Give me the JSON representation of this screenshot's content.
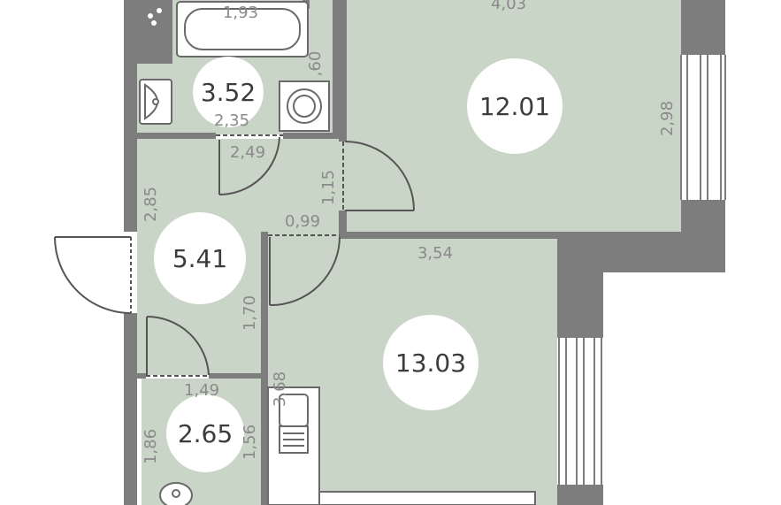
{
  "colors": {
    "floor": "#c9d5c6",
    "wall": "#7d7d7d",
    "circle": "#ffffff",
    "dim_text": "#8a8a8a",
    "area_text": "#3c3c3c"
  },
  "rooms": {
    "bathroom": {
      "area": "3.52"
    },
    "room_top": {
      "area": "12.01"
    },
    "hall": {
      "area": "5.41"
    },
    "room_main": {
      "area": "13.03"
    },
    "wc": {
      "area": "2.65"
    }
  },
  "dimensions": {
    "bath_width": "1,93",
    "room_top_width": "4,03",
    "bath_height": ",60",
    "bath_bottom": "2,35",
    "hall_door_width": "2,49",
    "room_top_height": "2,98",
    "hall_height": "2,85",
    "passage_height": "1,15",
    "doorway_width": "0,99",
    "room_main_width": "3,54",
    "corridor_height": "1,70",
    "wc_width": "1,49",
    "kitchen_height": "3,68",
    "wc_height_left": "1,86",
    "wc_height_right": "1,56"
  }
}
